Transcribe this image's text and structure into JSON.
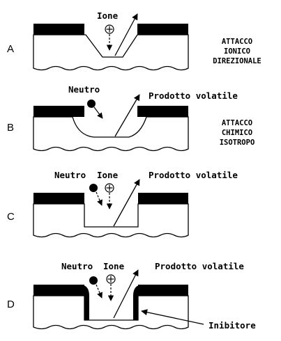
{
  "panels": [
    {
      "letter": "A",
      "labels": {
        "ion": "Ione"
      },
      "description": [
        "ATTACCO",
        "IONICO",
        "DIREZIONALE"
      ]
    },
    {
      "letter": "B",
      "labels": {
        "neutral": "Neutro",
        "product": "Prodotto volatile"
      },
      "description": [
        "ATTACCO",
        "CHIMICO",
        "ISOTROPO"
      ]
    },
    {
      "letter": "C",
      "labels": {
        "neutral": "Neutro",
        "ion": "Ione",
        "product": "Prodotto volatile"
      }
    },
    {
      "letter": "D",
      "labels": {
        "neutral": "Neutro",
        "ion": "Ione",
        "product": "Prodotto volatile",
        "inhibitor": "Inibitore"
      }
    }
  ]
}
